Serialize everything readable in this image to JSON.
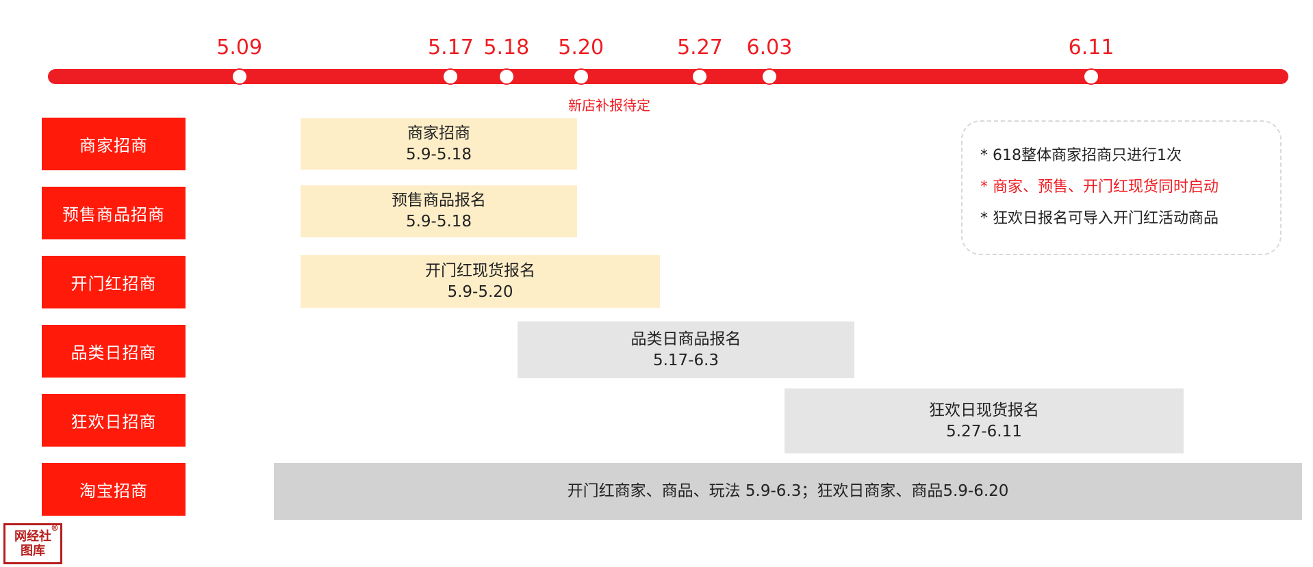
{
  "timeline": {
    "milestones": [
      {
        "label": "5.09",
        "pos": 0.1823
      },
      {
        "label": "5.17",
        "pos": 0.3433
      },
      {
        "label": "5.18",
        "pos": 0.3857
      },
      {
        "label": "5.20",
        "pos": 0.4425
      },
      {
        "label": "5.27",
        "pos": 0.5331
      },
      {
        "label": "6.03",
        "pos": 0.586
      },
      {
        "label": "6.11",
        "pos": 0.8311
      }
    ],
    "note": "新店补报待定"
  },
  "rows": [
    {
      "label": "商家招商",
      "bar": {
        "title": "商家招商",
        "dates": "5.9-5.18",
        "style": "yellow"
      }
    },
    {
      "label": "预售商品招商",
      "bar": {
        "title": "预售商品报名",
        "dates": "5.9-5.18",
        "style": "yellow"
      }
    },
    {
      "label": "开门红招商",
      "bar": {
        "title": "开门红现货报名",
        "dates": "5.9-5.20",
        "style": "yellow"
      }
    },
    {
      "label": "品类日招商",
      "bar": {
        "title": "品类日商品报名",
        "dates": "5.17-6.3",
        "style": "light"
      }
    },
    {
      "label": "狂欢日招商",
      "bar": {
        "title": "狂欢日现货报名",
        "dates": "5.27-6.11",
        "style": "light"
      }
    },
    {
      "label": "淘宝招商",
      "bar": {
        "title": "开门红商家、商品、玩法 5.9-6.3；狂欢日商家、商品5.9-6.20",
        "dates": "",
        "style": "dark"
      }
    }
  ],
  "notes": [
    {
      "text": "* 618整体商家招商只进行1次",
      "color": "#222222"
    },
    {
      "text": "* 商家、预售、开门红现货同时启动",
      "color": "#ee1d23"
    },
    {
      "text": "* 狂欢日报名可导入开门红活动商品",
      "color": "#222222"
    }
  ],
  "watermark": {
    "line1": "网经社",
    "line2": "图库",
    "mark": "®"
  },
  "colors": {
    "accent": "#ee1d23",
    "label_bg": "#ff1a0a",
    "bar_yellow": "#fdeec8",
    "bar_light": "#e5e5e5",
    "bar_dark": "#d2d2d2"
  }
}
